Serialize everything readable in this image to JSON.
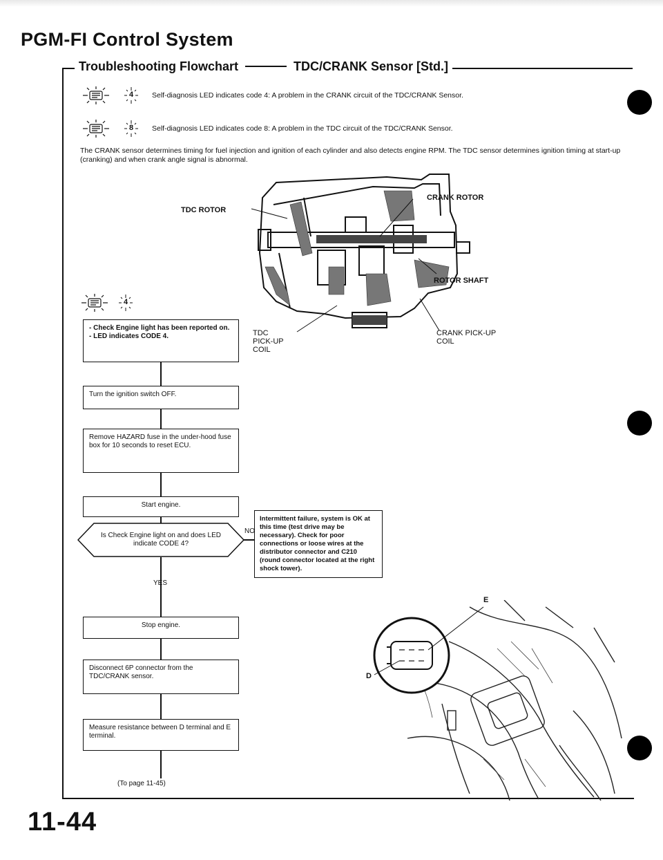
{
  "header": {
    "title": "PGM-FI Control System",
    "subtitle_left": "Troubleshooting Flowchart",
    "subtitle_right": "TDC/CRANK Sensor [Std.]"
  },
  "codes": [
    {
      "code": "4",
      "text": "Self-diagnosis LED indicates code 4: A problem in the CRANK circuit of the TDC/CRANK Sensor."
    },
    {
      "code": "8",
      "text": "Self-diagnosis LED indicates code 8: A problem in the TDC circuit of the TDC/CRANK Sensor."
    }
  ],
  "intro": "The CRANK sensor determines timing for fuel injection and ignition of each cylinder and also detects engine RPM. The TDC sensor determines ignition timing at start-up (cranking) and when crank angle signal is abnormal.",
  "diagram": {
    "labels": {
      "crank_rotor": "CRANK ROTOR",
      "tdc_rotor": "TDC ROTOR",
      "rotor_shaft": "ROTOR SHAFT",
      "tdc_coil": "TDC\nPICK-UP\nCOIL",
      "crank_coil": "CRANK PICK-UP\nCOIL"
    }
  },
  "flowchart": {
    "start_code": "4",
    "start_box": "- Check Engine light has been reported on.\n- LED indicates CODE 4.",
    "steps": [
      "Turn the ignition switch OFF.",
      "Remove HAZARD fuse in the under-hood fuse box for 10 seconds to reset ECU.",
      "Start engine."
    ],
    "decision": "Is Check Engine light on and does LED indicate CODE 4?",
    "no_label": "NO",
    "yes_label": "YES",
    "no_box": "Intermittent failure, system is OK at this time (test drive may be necessary). Check for poor connections or loose wires at the distributor connector and C210 (round connector located at the right shock tower).",
    "after_yes": [
      "Stop engine.",
      "Disconnect 6P connector from the TDC/CRANK sensor.",
      "Measure resistance between D terminal and E terminal."
    ],
    "to_page": "(To page 11-45)"
  },
  "photo": {
    "label_e": "E",
    "label_d": "D"
  },
  "footer": {
    "page_number": "11-44"
  }
}
